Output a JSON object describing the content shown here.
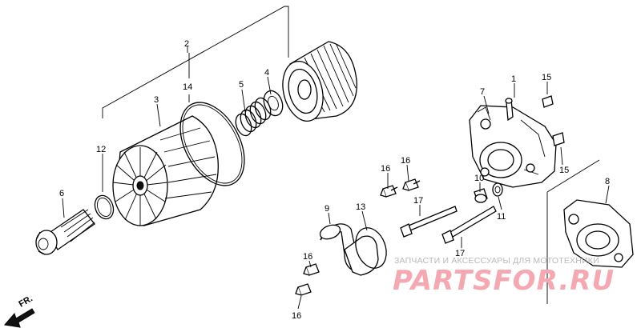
{
  "labels": {
    "p1": "1",
    "p2": "2",
    "p3": "3",
    "p4": "4",
    "p5": "5",
    "p6": "6",
    "p7": "7",
    "p8": "8",
    "p9": "9",
    "p10": "10",
    "p11": "11",
    "p12": "12",
    "p13": "13",
    "p14": "14",
    "p15a": "15",
    "p15b": "15",
    "p16a": "16",
    "p16b": "16",
    "p16c": "16",
    "p16d": "16",
    "p17a": "17",
    "p17b": "17"
  },
  "direction": {
    "front": "FR."
  },
  "watermark": {
    "tagline": "ЗАПЧАСТИ И АКСЕССУАРЫ ДЛЯ МОТОТЕХНИКИ",
    "brand": "PARTSFOR.RU"
  },
  "colors": {
    "line": "#000000",
    "watermark_text": "#b9b9b9",
    "watermark_brand": "#f4a9b2"
  }
}
